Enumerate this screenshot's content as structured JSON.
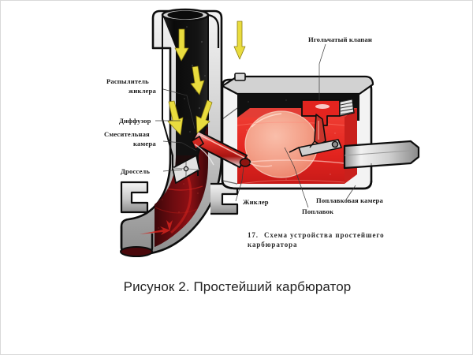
{
  "slide": {
    "caption": "Рисунок 2. Простейший карбюратор",
    "background_color": "#ffffff",
    "border_color": "#d9d9d9"
  },
  "figure": {
    "inner_caption_number": "17.",
    "inner_caption_line1": "Схема устройства простейшего",
    "inner_caption_line2": "карбюратора",
    "labels": {
      "sprayer_line1": "Распылитель",
      "sprayer_line2": "жиклера",
      "diffuser": "Диффузор",
      "mixing_chamber_line1": "Смесительная",
      "mixing_chamber_line2": "камера",
      "throttle": "Дроссель",
      "needle_valve": "Игольчатый клапан",
      "jet": "Жиклер",
      "float_chamber": "Поплавковая камера",
      "float": "Поплавок"
    },
    "colors": {
      "fuel_red": "#e8302a",
      "fuel_dark_red": "#7a0d10",
      "float_orange": "#f2a08c",
      "air_black": "#111111",
      "arrow_yellow": "#e9dc3e",
      "body_gray": "#b8b8b8",
      "body_light": "#e8e8e8",
      "outline": "#111111",
      "label_text": "#1a1a1a"
    }
  }
}
